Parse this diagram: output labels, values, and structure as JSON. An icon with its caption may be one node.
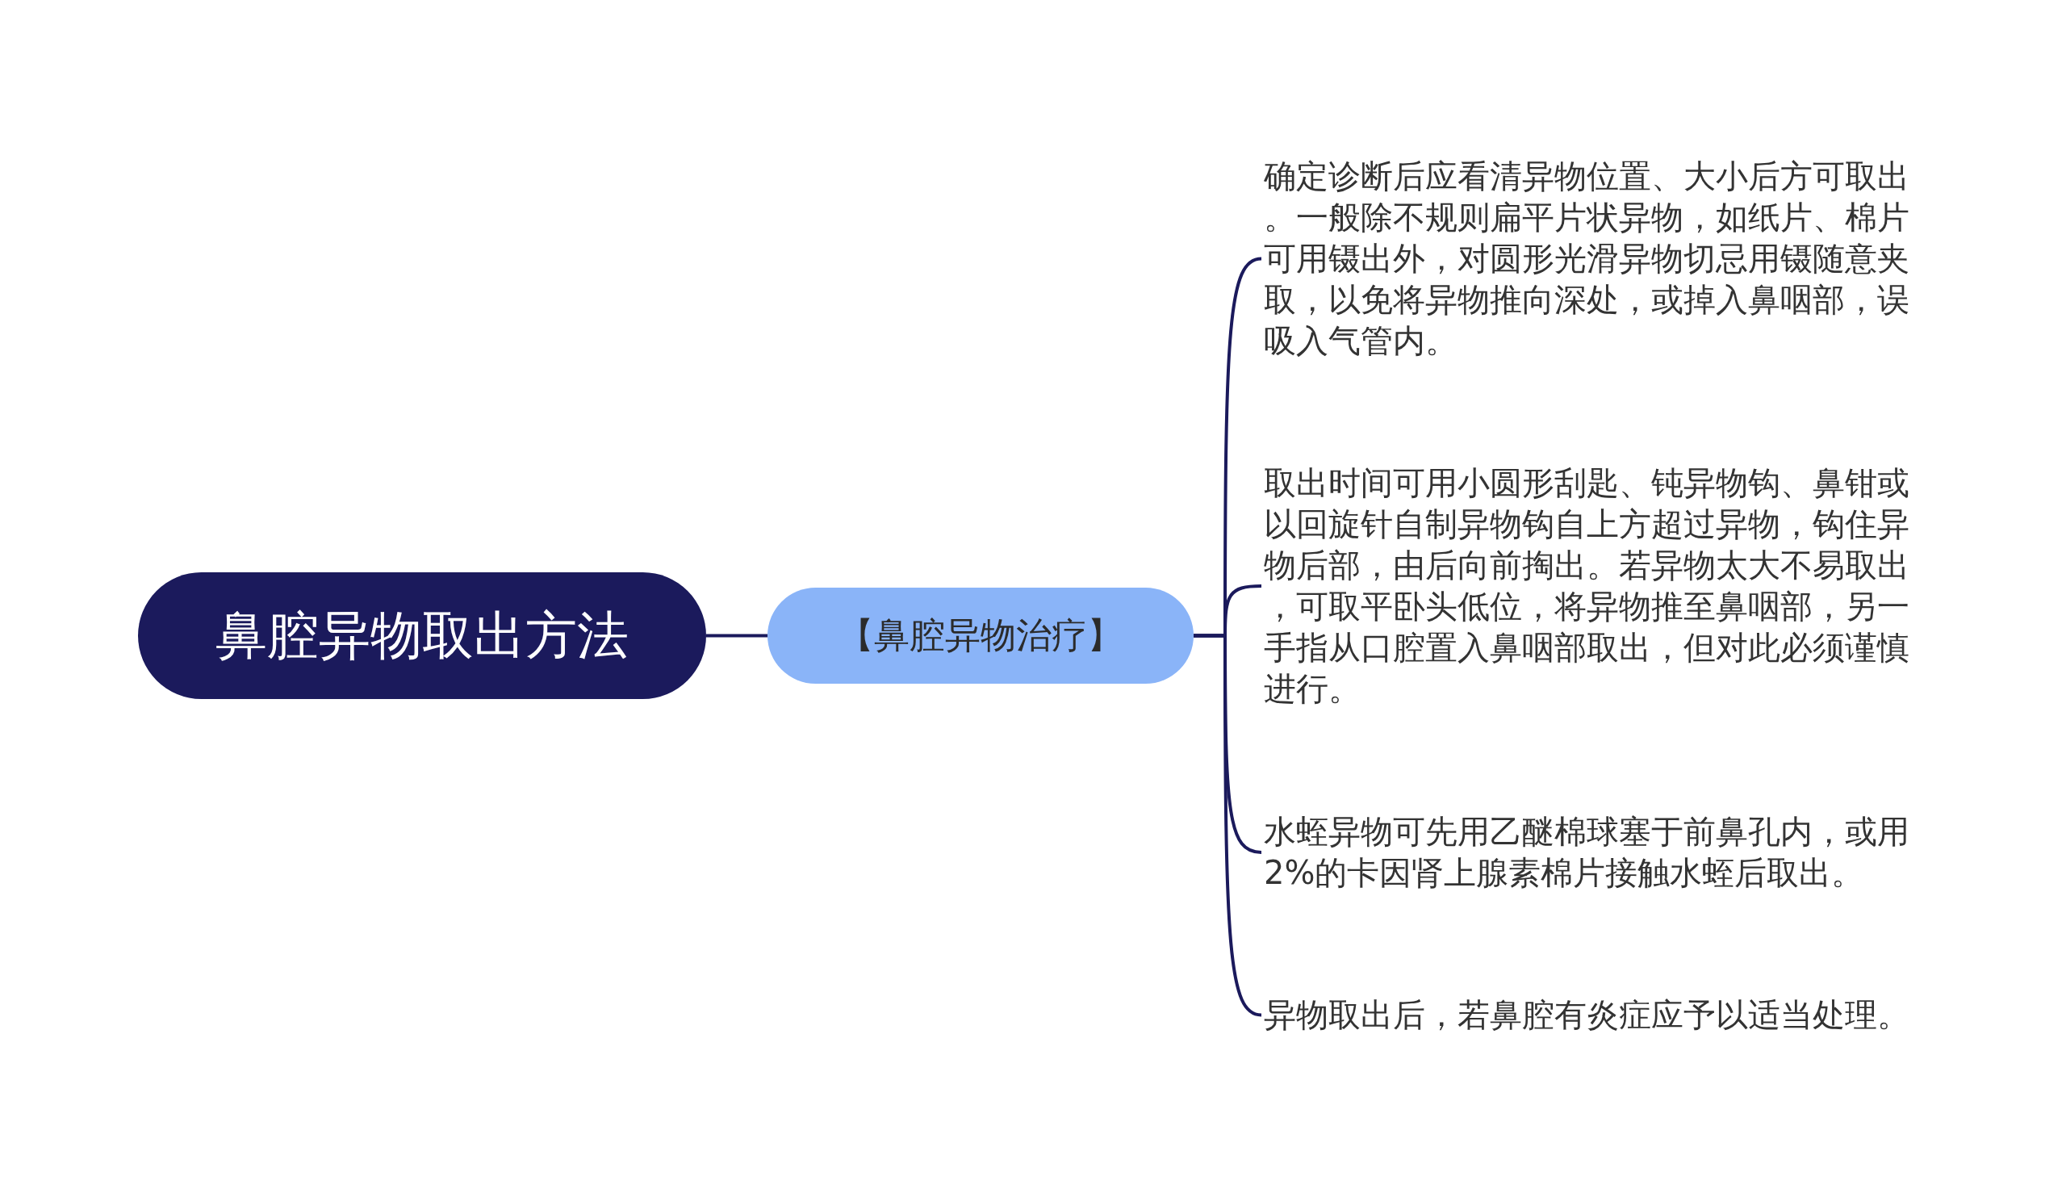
{
  "diagram": {
    "nodes": [
      {
        "text": [
          "鼻腔异物取出方法"
        ]
      },
      {
        "text": [
          "【鼻腔异物治疗】"
        ]
      },
      {
        "text": [
          "确定诊断后应看清异物位置、大小后方可取出。一般除不规则扁平片状异物，如纸片、棉片可用镊出外，对圆形光滑异物切忌用镊随意夹取，以免将异物推向深处，或掉入鼻咽部，误吸入气管内。"
        ]
      },
      {
        "text": [
          "取出时间可用小圆形刮匙、钝异物钩、鼻钳或以回旋针自制异物钩自上方超过异物，钩住异物后部，由后向前掏出。若异物太大不易取出，可取平卧头低位，将异物推至鼻咽部，另一手指从口腔置入鼻咽部取出，但对此必须谨慎进行。"
        ]
      },
      {
        "text": [
          "水蛭异物可先用乙醚棉球塞于前鼻孔内，或用2%的卡因肾上腺素棉片接触水蛭后取出。"
        ]
      },
      {
        "text": [
          "异物取出后，若鼻腔有炎症应予以适当处理。"
        ]
      }
    ],
    "edges": [
      {
        "from": 0,
        "to": 1,
        "arrow": "none"
      },
      {
        "from": 1,
        "to": 2,
        "arrow": "none"
      },
      {
        "from": 1,
        "to": 3,
        "arrow": "none"
      },
      {
        "from": 1,
        "to": 4,
        "arrow": "none"
      },
      {
        "from": 1,
        "to": 5,
        "arrow": "none"
      }
    ]
  }
}
